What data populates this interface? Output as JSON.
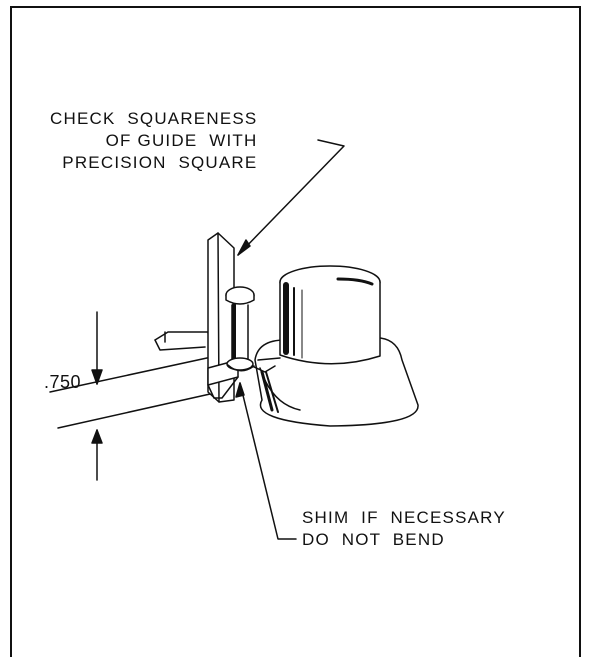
{
  "callouts": {
    "check_squareness": [
      "CHECK  SQUARENESS",
      "OF GUIDE  WITH",
      "PRECISION  SQUARE"
    ],
    "shim": [
      "SHIM  IF  NECESSARY",
      "DO  NOT  BEND"
    ]
  },
  "dimension": {
    "value": ".750"
  }
}
